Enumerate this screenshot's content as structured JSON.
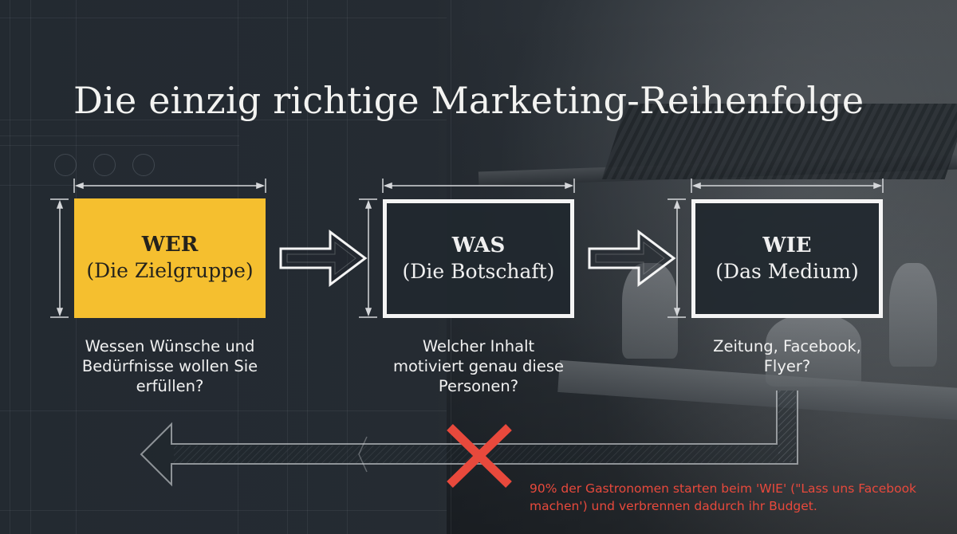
{
  "title": "Die einzig richtige Marketing-Reihenfolge",
  "colors": {
    "background": "#23292f",
    "accent_yellow": "#f5bf2f",
    "warning_red": "#e8493c",
    "text_light": "#f1f1f1",
    "box_border": "#f4f4f4"
  },
  "steps": [
    {
      "key": "WER",
      "subtitle": "(Die Zielgruppe)",
      "description_lines": [
        "Wessen Wünsche und",
        "Bedürfnisse wollen Sie",
        "erfüllen?"
      ],
      "style": "filled-yellow"
    },
    {
      "key": "WAS",
      "subtitle": "(Die Botschaft)",
      "description_lines": [
        "Welcher Inhalt",
        "motiviert genau diese",
        "Personen?"
      ],
      "style": "outlined"
    },
    {
      "key": "WIE",
      "subtitle": "(Das Medium)",
      "description_lines": [
        "Zeitung, Facebook,",
        "Flyer?"
      ],
      "style": "outlined"
    }
  ],
  "connectors": [
    {
      "from": "WER",
      "to": "WAS",
      "icon": "arrow-right-outline"
    },
    {
      "from": "WAS",
      "to": "WIE",
      "icon": "arrow-right-outline"
    }
  ],
  "wrong_path": {
    "from": "WIE",
    "to": "WER",
    "icon": "arrow-left-return-outline",
    "marker_icon": "red-x-cross",
    "warning_lines": [
      "90% der Gastronomen starten beim 'WIE' (\"Lass uns Facebook",
      "machen') und verbrennen dadurch ihr Budget."
    ]
  }
}
